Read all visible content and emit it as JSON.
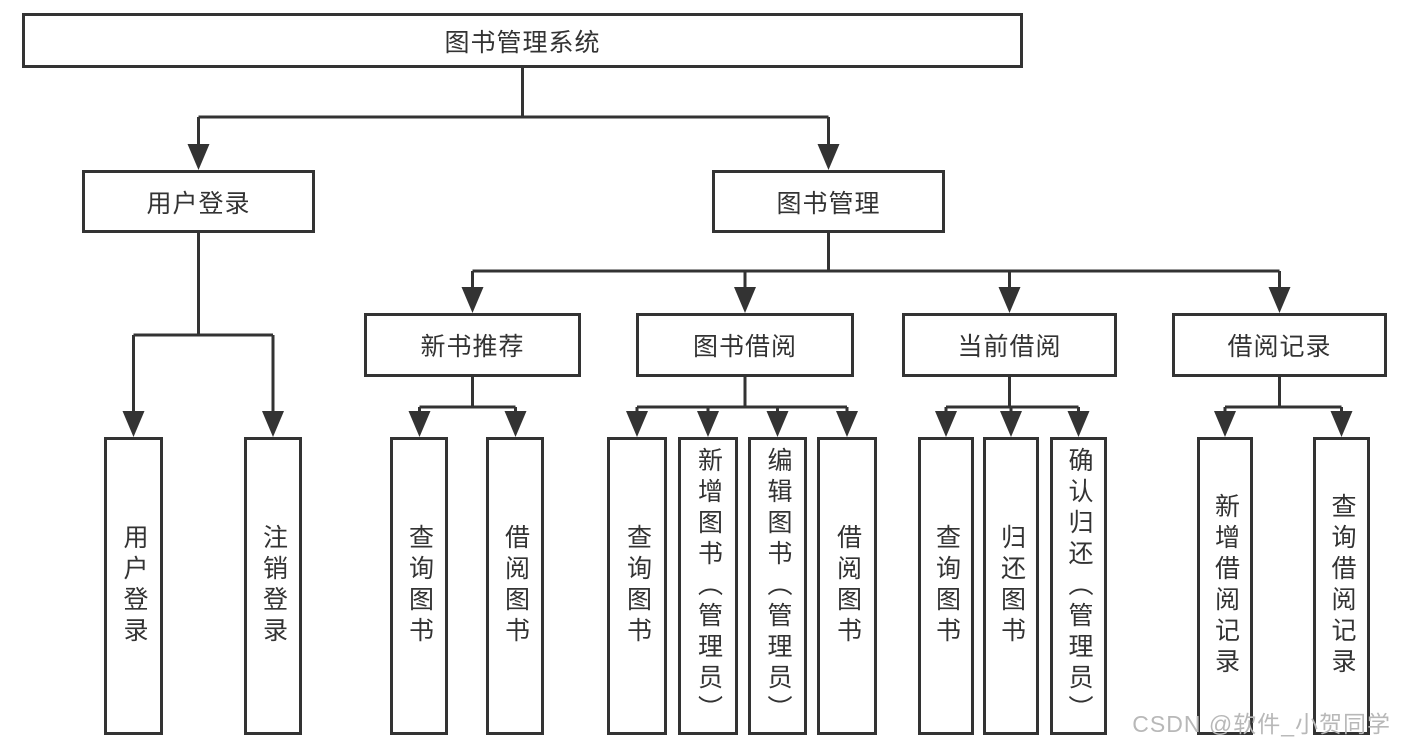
{
  "title": "图书管理系统",
  "watermark": "CSDN @软件_小贺同学",
  "colors": {
    "line": "#333333",
    "box_border": "#333333",
    "text": "#333333",
    "watermark": "#b8b8b8",
    "background": "#ffffff"
  },
  "nodes": {
    "root": {
      "label": "图书管理系统"
    },
    "level2": [
      {
        "label": "用户登录"
      },
      {
        "label": "图书管理"
      }
    ],
    "level3": [
      {
        "label": "新书推荐",
        "parent": "图书管理"
      },
      {
        "label": "图书借阅",
        "parent": "图书管理"
      },
      {
        "label": "当前借阅",
        "parent": "图书管理"
      },
      {
        "label": "借阅记录",
        "parent": "图书管理"
      }
    ],
    "leaves": [
      {
        "label": "用户登录",
        "parent": "用户登录"
      },
      {
        "label": "注销登录",
        "parent": "用户登录"
      },
      {
        "label": "查询图书",
        "parent": "新书推荐"
      },
      {
        "label": "借阅图书",
        "parent": "新书推荐"
      },
      {
        "label": "查询图书",
        "parent": "图书借阅"
      },
      {
        "label": "新增图书（管理员）",
        "parent": "图书借阅"
      },
      {
        "label": "编辑图书（管理员）",
        "parent": "图书借阅"
      },
      {
        "label": "借阅图书",
        "parent": "图书借阅"
      },
      {
        "label": "查询图书",
        "parent": "当前借阅"
      },
      {
        "label": "归还图书",
        "parent": "当前借阅"
      },
      {
        "label": "确认归还（管理员）",
        "parent": "当前借阅"
      },
      {
        "label": "新增借阅记录",
        "parent": "借阅记录"
      },
      {
        "label": "查询借阅记录",
        "parent": "借阅记录"
      }
    ]
  }
}
